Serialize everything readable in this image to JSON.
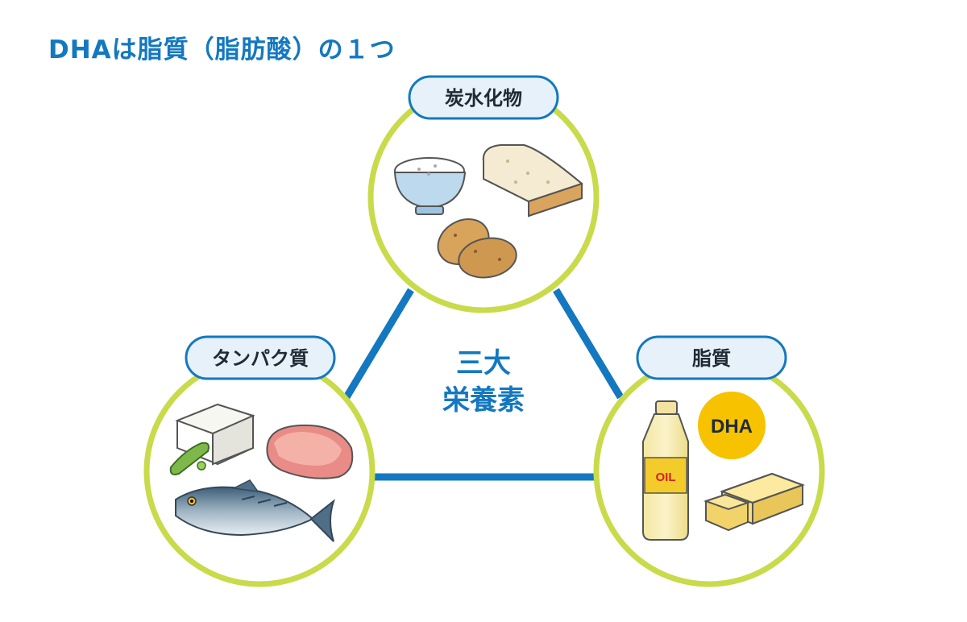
{
  "title": "DHAは脂質（脂肪酸）の１つ",
  "center": {
    "line1": "三大",
    "line2": "栄養素"
  },
  "nodes": {
    "carbs": {
      "label": "炭水化物"
    },
    "protein": {
      "label": "タンパク質"
    },
    "fat": {
      "label": "脂質",
      "oil_label": "OIL",
      "dha_label": "DHA"
    }
  },
  "colors": {
    "title": "#1378c0",
    "triangle": "#1378c0",
    "ring": "#c9da4a",
    "pill_fill": "#e6f1fa",
    "pill_stroke": "#1378c0",
    "dha_badge": "#f7c200"
  }
}
